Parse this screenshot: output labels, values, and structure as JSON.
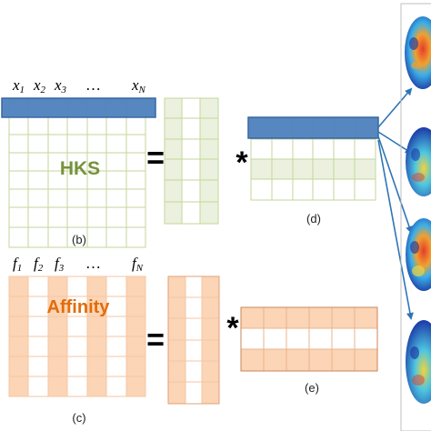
{
  "top_row": {
    "column_labels": [
      "x",
      "x",
      "x",
      "…",
      "x"
    ],
    "column_label_subscripts": [
      "1",
      "2",
      "3",
      "",
      "N"
    ],
    "matrix_text": "HKS",
    "matrix_caption": "(b)",
    "right_caption": "(d)",
    "equals": "=",
    "times": "*"
  },
  "bottom_row": {
    "column_labels": [
      "f",
      "f",
      "f",
      "…",
      "f"
    ],
    "column_label_subscripts": [
      "1",
      "2",
      "3",
      "",
      "N"
    ],
    "matrix_text": "Affinity",
    "matrix_caption": "(c)",
    "right_caption": "(e)",
    "equals": "=",
    "times": "*"
  },
  "colors": {
    "hks_text": "#76923c",
    "affinity_text": "#e36c09",
    "green_grid": "#c3d69b",
    "green_fill": "#ebf1de",
    "orange_fill": "#fbd5b5",
    "orange_grid": "#e3a078",
    "blue_bar": "#4f81bd",
    "blue_arrow": "#2e75b6"
  },
  "right_panel": {
    "head_count": 4
  }
}
